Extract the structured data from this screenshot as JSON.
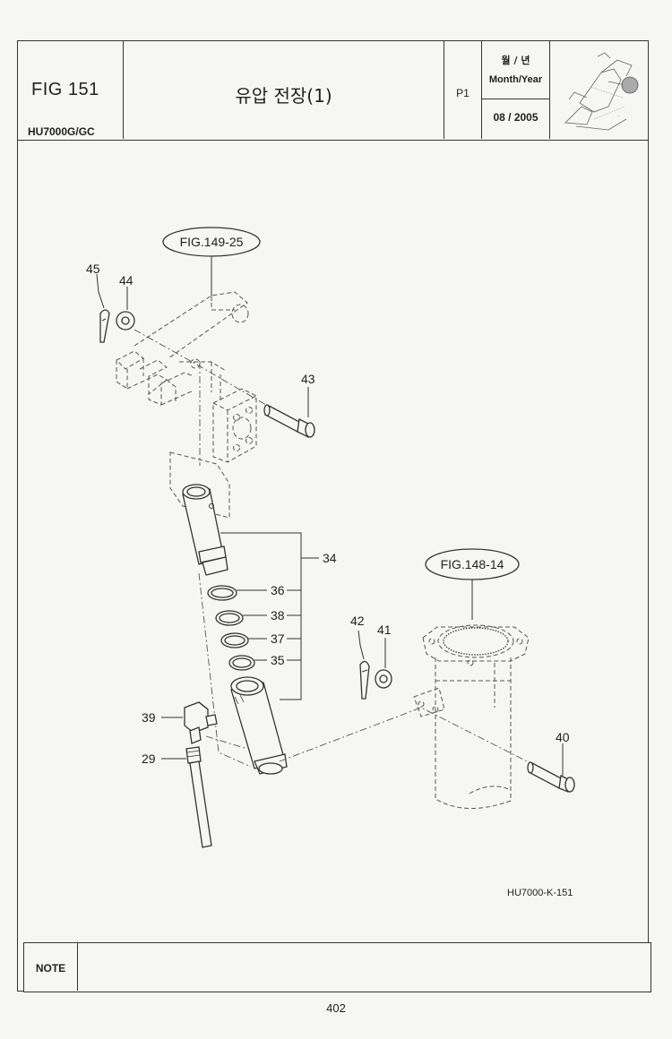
{
  "header": {
    "fig_number": "FIG 151",
    "model": "HU7000G/GC",
    "title": "유압 전장(1)",
    "page_code": "P1",
    "month_year_korean": "월 / 년",
    "month_year_english": "Month/Year",
    "date": "08 / 2005"
  },
  "drawing": {
    "refs": {
      "top_ref": "FIG.149-25",
      "right_ref": "FIG.148-14"
    },
    "callouts": [
      "45",
      "44",
      "43",
      "34",
      "36",
      "38",
      "37",
      "35",
      "42",
      "41",
      "40",
      "39",
      "29"
    ],
    "drawing_code": "HU7000-K-151"
  },
  "note": {
    "label": "NOTE",
    "content": ""
  },
  "footer": {
    "page_number": "402"
  }
}
